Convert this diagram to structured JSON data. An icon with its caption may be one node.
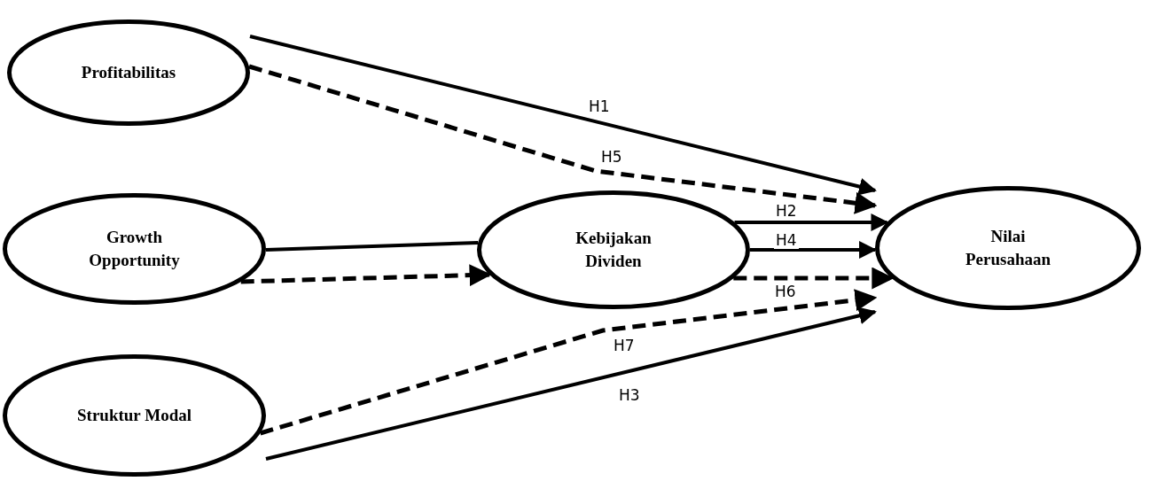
{
  "diagram": {
    "nodes": [
      {
        "text": [
          "Profitabilitas"
        ]
      },
      {
        "text": [
          "Growth Opportunity"
        ]
      },
      {
        "text": [
          "Struktur Modal"
        ]
      },
      {
        "text": [
          "Kebijakan Dividen"
        ]
      },
      {
        "text": [
          "Nilai Perusahaan"
        ]
      }
    ],
    "edges": [
      {
        "from": 0,
        "to": 4,
        "arrow": "to",
        "label": "H1"
      },
      {
        "from": 0,
        "to": 4,
        "arrow": "to",
        "label": "H5",
        "style": "dashed"
      },
      {
        "from": 1,
        "to": 3,
        "arrow": "none"
      },
      {
        "from": 1,
        "to": 3,
        "arrow": "to",
        "style": "dashed"
      },
      {
        "from": 3,
        "to": 4,
        "arrow": "to",
        "label": "H2"
      },
      {
        "from": 3,
        "to": 4,
        "arrow": "to",
        "label": "H4"
      },
      {
        "from": 3,
        "to": 4,
        "arrow": "to",
        "label": "H6",
        "style": "dashed"
      },
      {
        "from": 2,
        "to": 4,
        "arrow": "to",
        "label": "H7",
        "style": "dashed"
      },
      {
        "from": 2,
        "to": 4,
        "arrow": "to",
        "label": "H3"
      }
    ]
  }
}
